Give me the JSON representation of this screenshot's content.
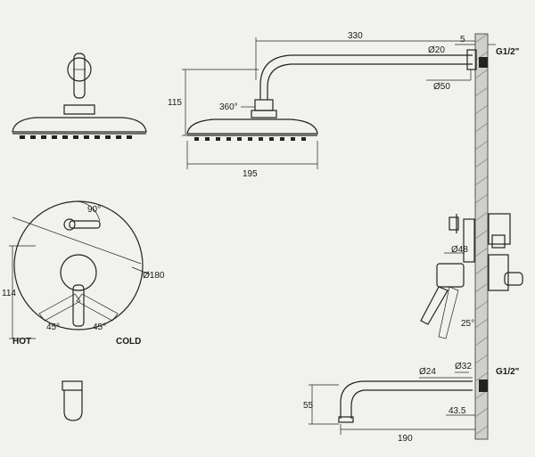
{
  "shower_head": {
    "arm_length": "330",
    "wall_offset": "5",
    "thread": "G1/2\"",
    "arm_diameter": "Ø20",
    "flange_diameter": "Ø50",
    "height": "115",
    "swivel": "360°",
    "head_width": "195"
  },
  "mixer_plate": {
    "rotation": "90°",
    "diameter": "Ø180",
    "height": "114",
    "angle_left": "45°",
    "angle_right": "45°",
    "hot_label": "HOT",
    "cold_label": "COLD"
  },
  "valve_side": {
    "body_diameter": "Ø48",
    "handle_angle": "25°"
  },
  "spout": {
    "pipe_diameter": "Ø24",
    "flange_diameter": "Ø32",
    "thread": "G1/2\"",
    "drop": "55",
    "length": "190",
    "depth": "43.5"
  },
  "colors": {
    "background": "#f1f1ee",
    "line": "#222222",
    "wall": "#8a8a8a"
  }
}
